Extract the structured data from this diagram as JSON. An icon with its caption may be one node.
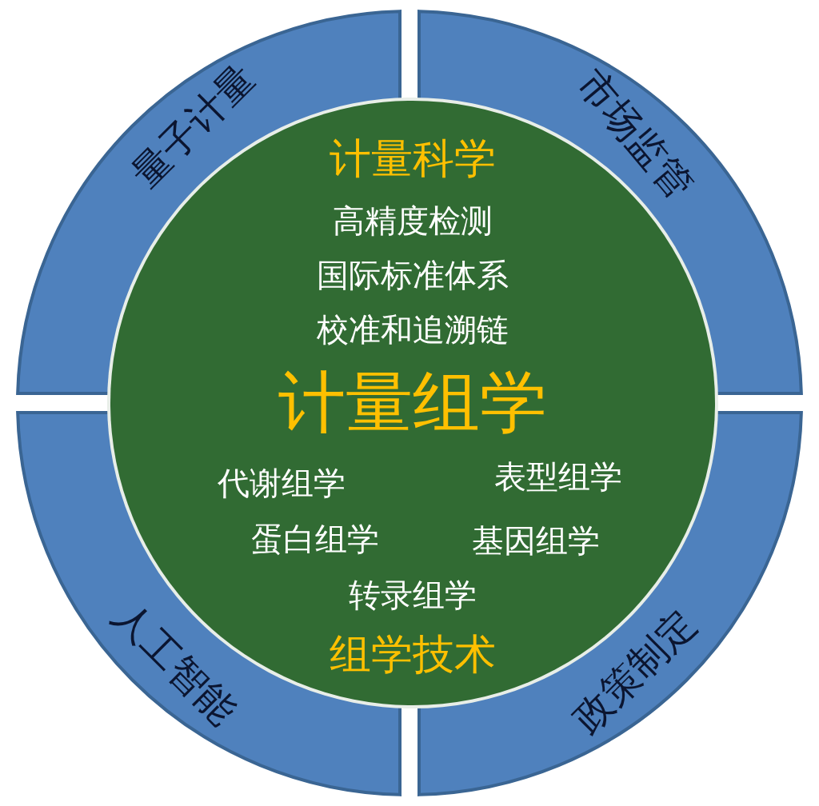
{
  "diagram": {
    "nodes": [
      {
        "text": [
          "量子计量"
        ]
      },
      {
        "text": [
          "市场监管"
        ]
      },
      {
        "text": [
          "人工智能"
        ]
      },
      {
        "text": [
          "政策制定"
        ]
      },
      {
        "text": [
          "计量科学",
          "高精度检测",
          "国际标准体系",
          "校准和追溯链",
          "计量组学",
          "代谢组学",
          "表型组学",
          "蛋白组学",
          "基因组学",
          "转录组学",
          "组学技术"
        ]
      }
    ]
  }
}
